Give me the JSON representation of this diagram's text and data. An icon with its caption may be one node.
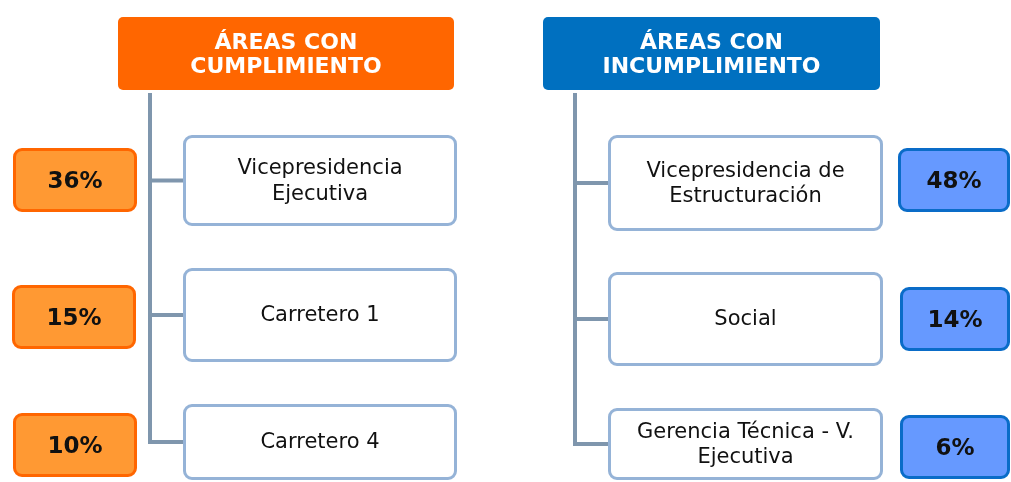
{
  "diagram": {
    "nodes": [
      {
        "text": [
          "ÁREAS CON CUMPLIMIENTO"
        ]
      },
      {
        "text": [
          "Vicepresidencia Ejecutiva"
        ]
      },
      {
        "text": [
          "Carretero 1"
        ]
      },
      {
        "text": [
          "Carretero 4"
        ]
      },
      {
        "text": [
          "36%"
        ]
      },
      {
        "text": [
          "15%"
        ]
      },
      {
        "text": [
          "10%"
        ]
      },
      {
        "text": [
          "ÁREAS CON INCUMPLIMIENTO"
        ]
      },
      {
        "text": [
          "Vicepresidencia de Estructuración"
        ]
      },
      {
        "text": [
          "Social"
        ]
      },
      {
        "text": [
          "Gerencia Técnica - V. Ejecutiva"
        ]
      },
      {
        "text": [
          "48%"
        ]
      },
      {
        "text": [
          "14%"
        ]
      },
      {
        "text": [
          "6%"
        ]
      }
    ],
    "edges": [
      {
        "from": 0,
        "to": 1,
        "arrow": "none"
      },
      {
        "from": 0,
        "to": 2,
        "arrow": "none"
      },
      {
        "from": 0,
        "to": 3,
        "arrow": "none"
      },
      {
        "from": 7,
        "to": 8,
        "arrow": "none"
      },
      {
        "from": 7,
        "to": 9,
        "arrow": "none"
      },
      {
        "from": 7,
        "to": 10,
        "arrow": "none"
      }
    ]
  }
}
